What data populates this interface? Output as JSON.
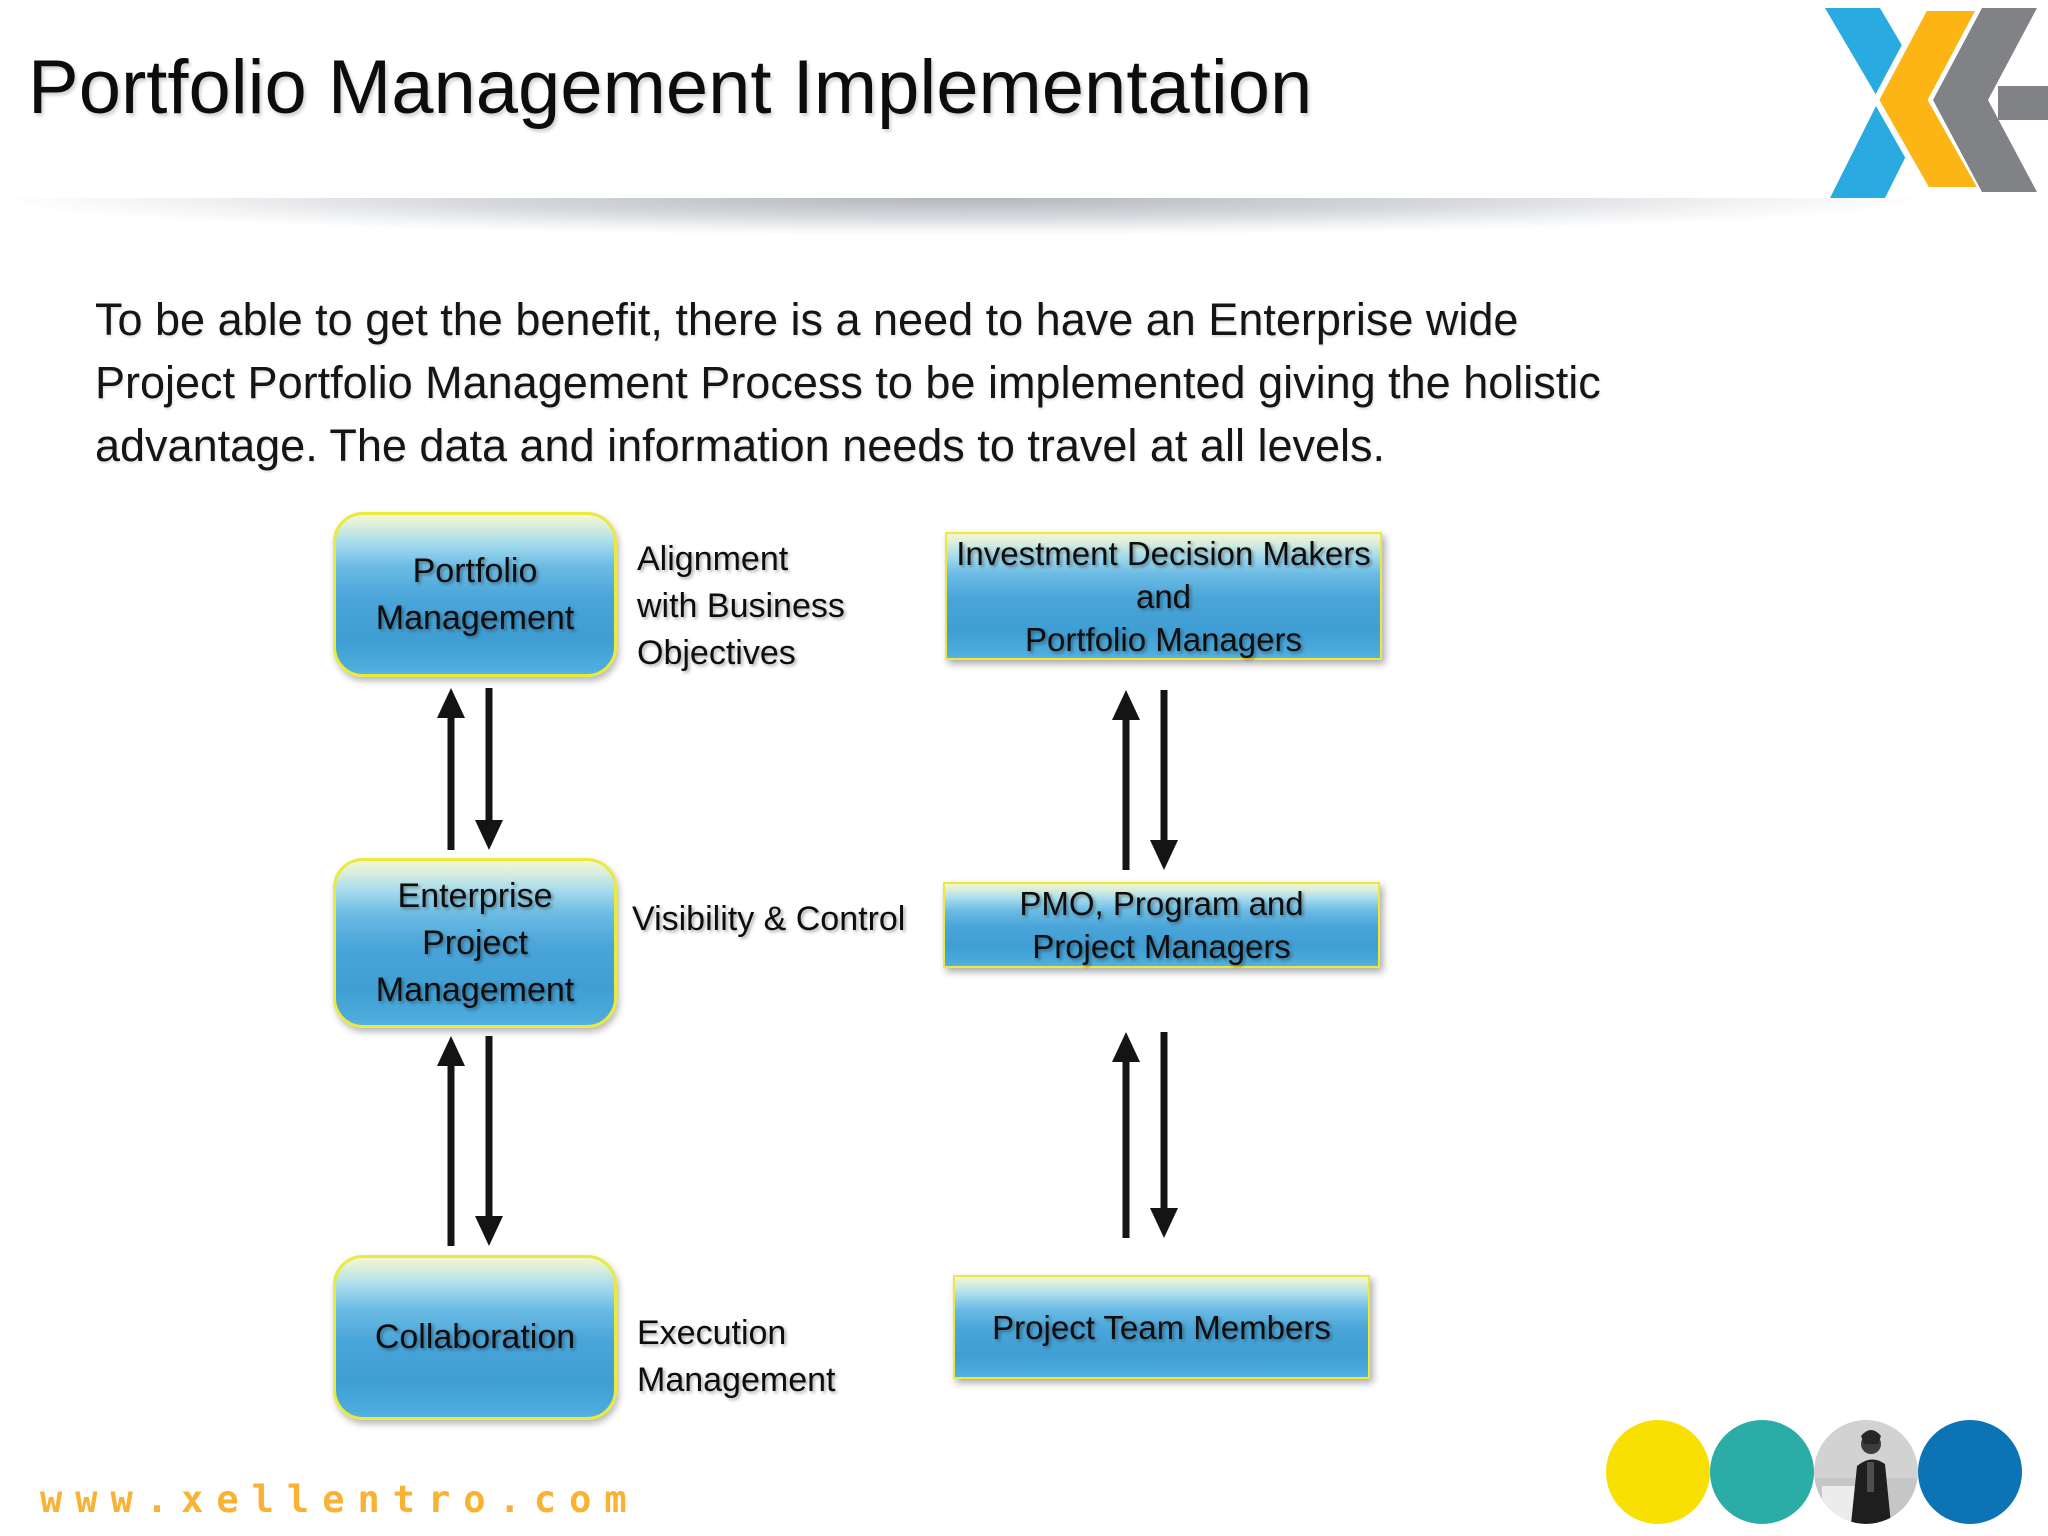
{
  "header": {
    "title": "Portfolio Management Implementation",
    "logo_name": "XE monogram logo"
  },
  "intro_lines": [
    "To be able to get the benefit, there is a need to have an Enterprise wide",
    "Project Portfolio Management Process to be implemented giving the holistic",
    "advantage. The data and information needs to travel at all levels."
  ],
  "diagram": {
    "rows": [
      {
        "left_box_lines": [
          "Portfolio",
          "Management"
        ],
        "label_lines": [
          "Alignment",
          "with Business",
          "Objectives"
        ],
        "right_box_lines": [
          "Investment Decision Makers",
          "and",
          "Portfolio Managers"
        ]
      },
      {
        "left_box_lines": [
          "Enterprise",
          "Project",
          "Management"
        ],
        "label_lines": [
          "Visibility & Control"
        ],
        "right_box_lines": [
          "PMO, Program and",
          "Project Managers"
        ]
      },
      {
        "left_box_lines": [
          "Collaboration"
        ],
        "label_lines": [
          "Execution",
          "Management"
        ],
        "right_box_lines": [
          "Project Team Members"
        ]
      }
    ],
    "arrows": {
      "style": "bidirectional-vertical",
      "color": "#141414"
    }
  },
  "footer": {
    "url": "www.xellentro.com"
  },
  "icons": {
    "up_arrow": "↑",
    "down_arrow": "↓"
  },
  "colors": {
    "box_fill_top": "#f3f7d2",
    "box_fill_bottom": "#3f9ed3",
    "box_border_yellow": "#e9ea3c",
    "logo_blue": "#29abe2",
    "logo_yellow": "#fdb515",
    "logo_gray": "#808285",
    "footer_orange": "#f9b233",
    "circle_yellow": "#f8e003",
    "circle_teal": "#2baca6",
    "circle_blue": "#0c74b4"
  }
}
